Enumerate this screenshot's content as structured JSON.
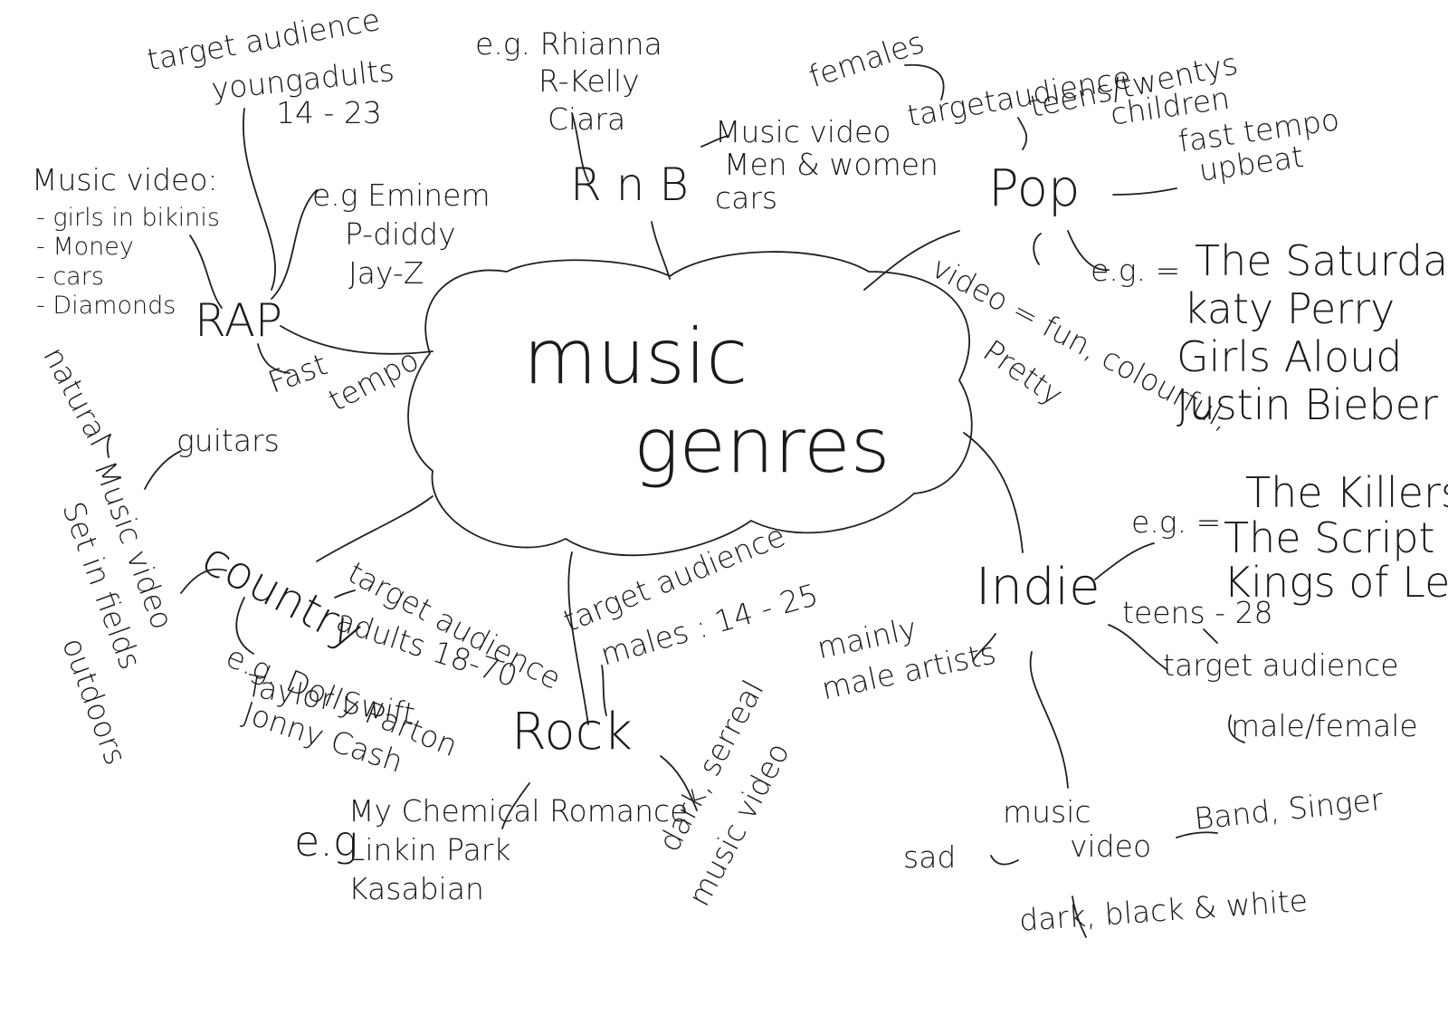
{
  "center": {
    "line1": "music",
    "line2": "genres"
  },
  "rap": {
    "name": "RAP",
    "audience_label": "target audience",
    "audience_value": "youngadults",
    "audience_ages": "14 - 23",
    "video_title": "Music video:",
    "video_items": [
      "- girls in bikinis",
      "- Money",
      "- cars",
      "- Diamonds"
    ],
    "examples": [
      "e.g Eminem",
      "P-diddy",
      "Jay-Z"
    ],
    "tempo": [
      "Fast",
      "tempo"
    ]
  },
  "rnb": {
    "name": "R n B",
    "examples": [
      "e.g. Rhianna",
      "R-Kelly",
      "Ciara"
    ],
    "video": [
      "Music video",
      "Men & women",
      "cars"
    ]
  },
  "pop": {
    "name": "Pop",
    "females": "females",
    "audience_label": "targetaudience",
    "audience_value": "teens/twentys",
    "audience_extra": "children",
    "tempo": [
      "fast tempo",
      "upbeat"
    ],
    "video": [
      "video = fun, colourful,",
      "Pretty"
    ],
    "examples_label": "e.g. =",
    "examples": [
      "The Saturdays",
      "katy Perry",
      "Girls Aloud",
      "Justin Bieber"
    ]
  },
  "country": {
    "name": "country",
    "natural": "natural",
    "guitars": "guitars",
    "video": [
      "Music video",
      "Set in fields",
      "outdoors"
    ],
    "audience_label": "target audience",
    "audience_value": "adults 18-70",
    "examples": [
      "e.g. Dolly Parton",
      "Taylor Swift",
      "Jonny Cash"
    ]
  },
  "rock": {
    "name": "Rock",
    "audience_label": "target audience",
    "audience_value": "males : 14 - 25",
    "examples_label": "e.g",
    "examples": [
      "My Chemical Romance",
      "Linkin Park",
      "Kasabian"
    ],
    "video": [
      "dark, serreal",
      "music video"
    ]
  },
  "indie": {
    "name": "Indie",
    "examples_label": "e.g. =",
    "examples": [
      "The Killers",
      "The Script",
      "Kings of Leon"
    ],
    "audience_ages": "teens - 28",
    "audience_label": "target audience",
    "audience_value": "male/female",
    "artists": [
      "mainly",
      "male artists"
    ],
    "video": [
      "music",
      "video"
    ],
    "sad": "sad",
    "band": "Band, Singer",
    "dark": "dark, black & white"
  }
}
